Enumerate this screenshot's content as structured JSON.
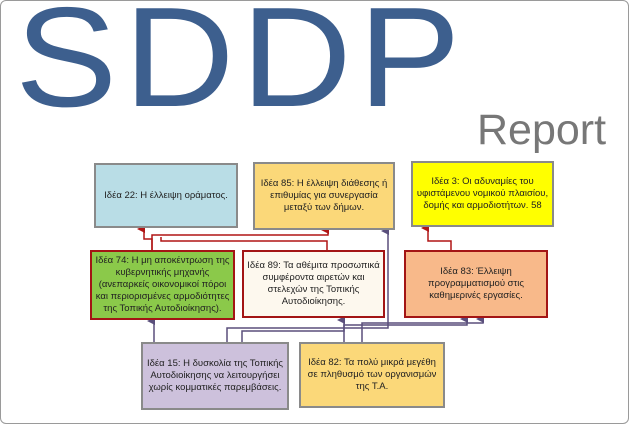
{
  "header": {
    "logo": "SDDP",
    "subtitle": "Report"
  },
  "ideas": {
    "i22": "Ιδέα 22: Η έλλειψη οράματος.",
    "i85": "Ιδέα 85: Η έλλειψη διάθεσης ή επιθυμίας για συνεργασία μεταξύ των δήμων.",
    "i3": "Ιδέα 3: Οι αδυναμίες του υφιστάμενου νομικού πλαισίου, δομής και αρμοδιοτήτων. 58",
    "i74": "Ιδέα 74: Η μη αποκέντρωση της κυβερνητικής μηχανής (ανεπαρκείς οικονομικοί πόροι και περιορισμένες αρμοδιότητες της Τοπικής Αυτοδιοίκησης).",
    "i89": "Ιδέα 89: Τα αθέμιτα προσωπικά συμφέροντα αιρετών και στελεχών της Τοπικής Αυτοδιοίκησης.",
    "i83": "Ιδέα 83: Έλλειψη προγραμματισμού στις καθημερινές εργασίες.",
    "i15": "Ιδέα 15: Η δυσκολία της Τοπικής Αυτοδιοίκησης να λειτουργήσει χωρίς κομματικές παρεμβάσεις.",
    "i82": "Ιδέα 82: Τα πολύ μικρά μεγέθη σε πληθυσμό των οργανισμών της Τ.Α."
  },
  "colors": {
    "red_arrow": "#b01515",
    "purple_arrow": "#5a4f7c"
  }
}
